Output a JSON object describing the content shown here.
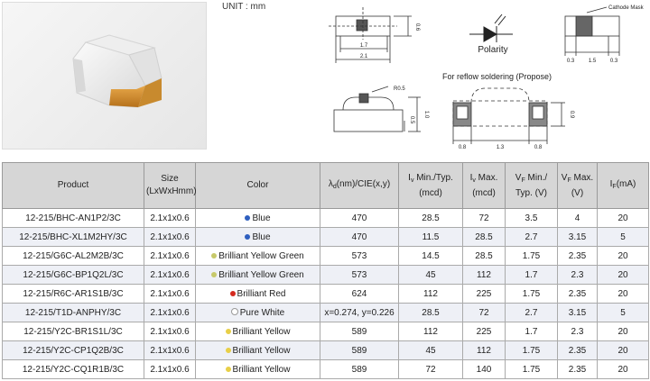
{
  "unit_label": "UNIT : mm",
  "drawing_labels": {
    "polarity": "Polarity",
    "cathode_mask": "Cathode Mask",
    "reflow": "For  reflow  soldering  (Propose)",
    "dim_1_7": "1.7",
    "dim_2_1": "2.1",
    "dim_0_6": "0.6",
    "dim_0_3a": "0.3",
    "dim_1_5": "1.5",
    "dim_0_3b": "0.3",
    "dim_r05": "R0.5",
    "dim_1_0": "1.0",
    "dim_0_5": "0.5",
    "dim_0_8a": "0.8",
    "dim_1_3": "1.3",
    "dim_0_8b": "0.8",
    "dim_0_9": "0.9"
  },
  "table": {
    "headers": {
      "product": "Product",
      "size_line1": "Size",
      "size_line2": "(LxWxHmm)",
      "color": "Color",
      "wavelength_pre": "λ",
      "wavelength_sub": "d",
      "wavelength_post": "(nm)/CIE(x,y)",
      "iv_min_pre": "I",
      "iv_min_sub": "v",
      "iv_min_post": " Min./Typ.",
      "iv_min_unit": "(mcd)",
      "iv_max_pre": "I",
      "iv_max_sub": "v",
      "iv_max_post": " Max.",
      "iv_max_unit": "(mcd)",
      "vf_min_pre": "V",
      "vf_min_sub": "F",
      "vf_min_post": " Min./",
      "vf_min_unit": "Typ. (V)",
      "vf_max_pre": "V",
      "vf_max_sub": "F",
      "vf_max_post": " Max.",
      "vf_max_unit": "(V)",
      "if_pre": "I",
      "if_sub": "F",
      "if_post": "(mA)"
    },
    "rows": [
      {
        "product": "12-215/BHC-AN1P2/3C",
        "size": "2.1x1x0.6",
        "color": "Blue",
        "dot": "#2f5fbf",
        "wl": "470",
        "iv_min": "28.5",
        "iv_max": "72",
        "vf_min": "3.5",
        "vf_max": "4",
        "if": "20"
      },
      {
        "product": "12-215/BHC-XL1M2HY/3C",
        "size": "2.1x1x0.6",
        "color": "Blue",
        "dot": "#2f5fbf",
        "wl": "470",
        "iv_min": "11.5",
        "iv_max": "28.5",
        "vf_min": "2.7",
        "vf_max": "3.15",
        "if": "5"
      },
      {
        "product": "12-215/G6C-AL2M2B/3C",
        "size": "2.1x1x0.6",
        "color": "Brilliant Yellow Green",
        "dot": "#c7c96a",
        "wl": "573",
        "iv_min": "14.5",
        "iv_max": "28.5",
        "vf_min": "1.75",
        "vf_max": "2.35",
        "if": "20"
      },
      {
        "product": "12-215/G6C-BP1Q2L/3C",
        "size": "2.1x1x0.6",
        "color": "Brilliant Yellow Green",
        "dot": "#c7c96a",
        "wl": "573",
        "iv_min": "45",
        "iv_max": "112",
        "vf_min": "1.7",
        "vf_max": "2.3",
        "if": "20"
      },
      {
        "product": "12-215/R6C-AR1S1B/3C",
        "size": "2.1x1x0.6",
        "color": "Brilliant Red",
        "dot": "#d42a1f",
        "wl": "624",
        "iv_min": "112",
        "iv_max": "225",
        "vf_min": "1.75",
        "vf_max": "2.35",
        "if": "20"
      },
      {
        "product": "12-215/T1D-ANPHY/3C",
        "size": "2.1x1x0.6",
        "color": "Pure White",
        "dot": "#ffffff",
        "wl": "x=0.274, y=0.226",
        "iv_min": "28.5",
        "iv_max": "72",
        "vf_min": "2.7",
        "vf_max": "3.15",
        "if": "5"
      },
      {
        "product": "12-215/Y2C-BR1S1L/3C",
        "size": "2.1x1x0.6",
        "color": "Brilliant Yellow",
        "dot": "#e8cf47",
        "wl": "589",
        "iv_min": "112",
        "iv_max": "225",
        "vf_min": "1.7",
        "vf_max": "2.3",
        "if": "20"
      },
      {
        "product": "12-215/Y2C-CP1Q2B/3C",
        "size": "2.1x1x0.6",
        "color": "Brilliant Yellow",
        "dot": "#e8cf47",
        "wl": "589",
        "iv_min": "45",
        "iv_max": "112",
        "vf_min": "1.75",
        "vf_max": "2.35",
        "if": "20"
      },
      {
        "product": "12-215/Y2C-CQ1R1B/3C",
        "size": "2.1x1x0.6",
        "color": "Brilliant Yellow",
        "dot": "#e8cf47",
        "wl": "589",
        "iv_min": "72",
        "iv_max": "140",
        "vf_min": "1.75",
        "vf_max": "2.35",
        "if": "20"
      }
    ]
  }
}
